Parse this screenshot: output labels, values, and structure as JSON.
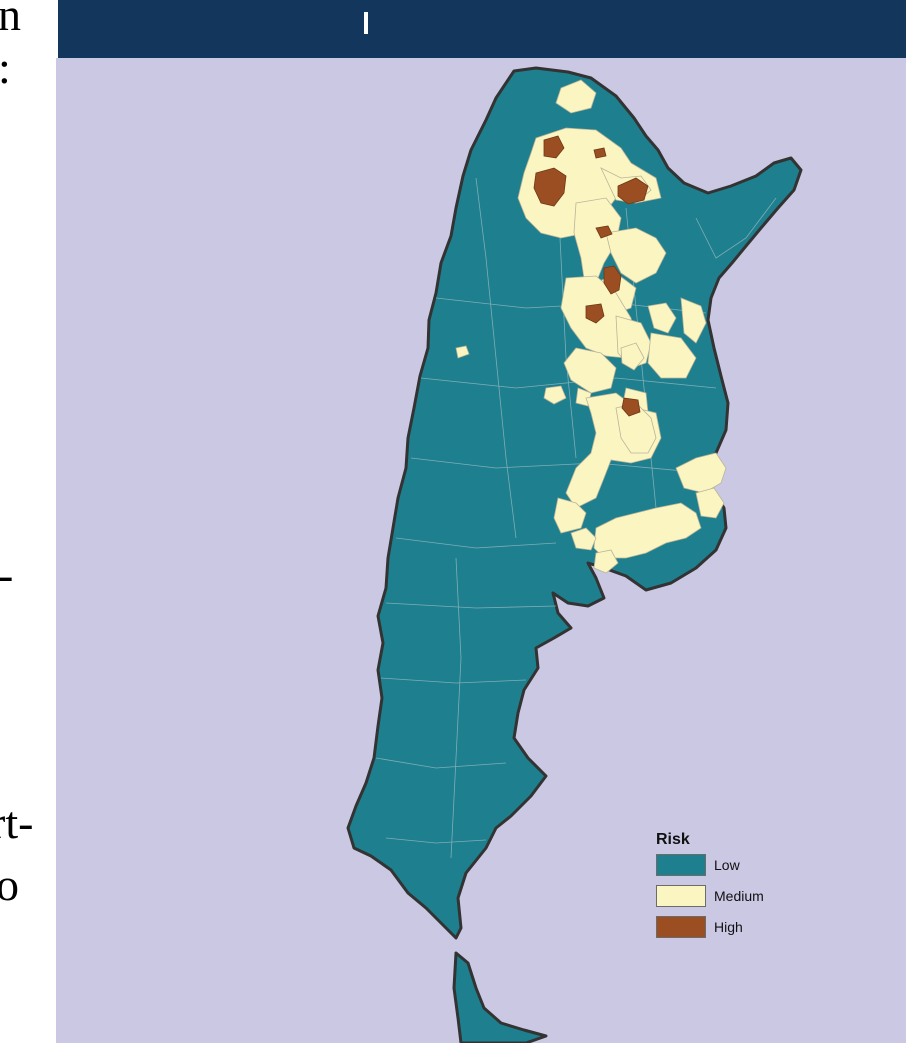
{
  "left_fragments": [
    "n",
    ":",
    "-",
    "rt-",
    "o"
  ],
  "map": {
    "colors": {
      "background": "#cbc8e4",
      "header": "#12365c",
      "low": "#1e7f8e",
      "medium": "#fbf6c1",
      "high": "#9b4e21",
      "border": "#333333"
    }
  },
  "legend": {
    "title": "Risk",
    "items": [
      {
        "label": "Low",
        "color": "#1e7f8e"
      },
      {
        "label": "Medium",
        "color": "#fbf6c1"
      },
      {
        "label": "High",
        "color": "#9b4e21"
      }
    ]
  }
}
